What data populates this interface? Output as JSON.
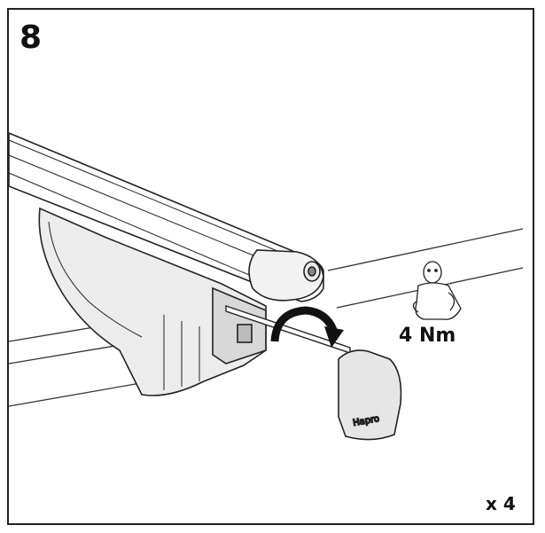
{
  "step": {
    "number": "8"
  },
  "torque": {
    "label": "4 Nm"
  },
  "quantity": {
    "label": "x 4"
  },
  "endcap": {
    "brand": "Hapro"
  },
  "icons": [
    "roof-bar",
    "foot-bracket",
    "end-cap",
    "rotation-arrow",
    "strongman-torque-icon",
    "bolt"
  ]
}
